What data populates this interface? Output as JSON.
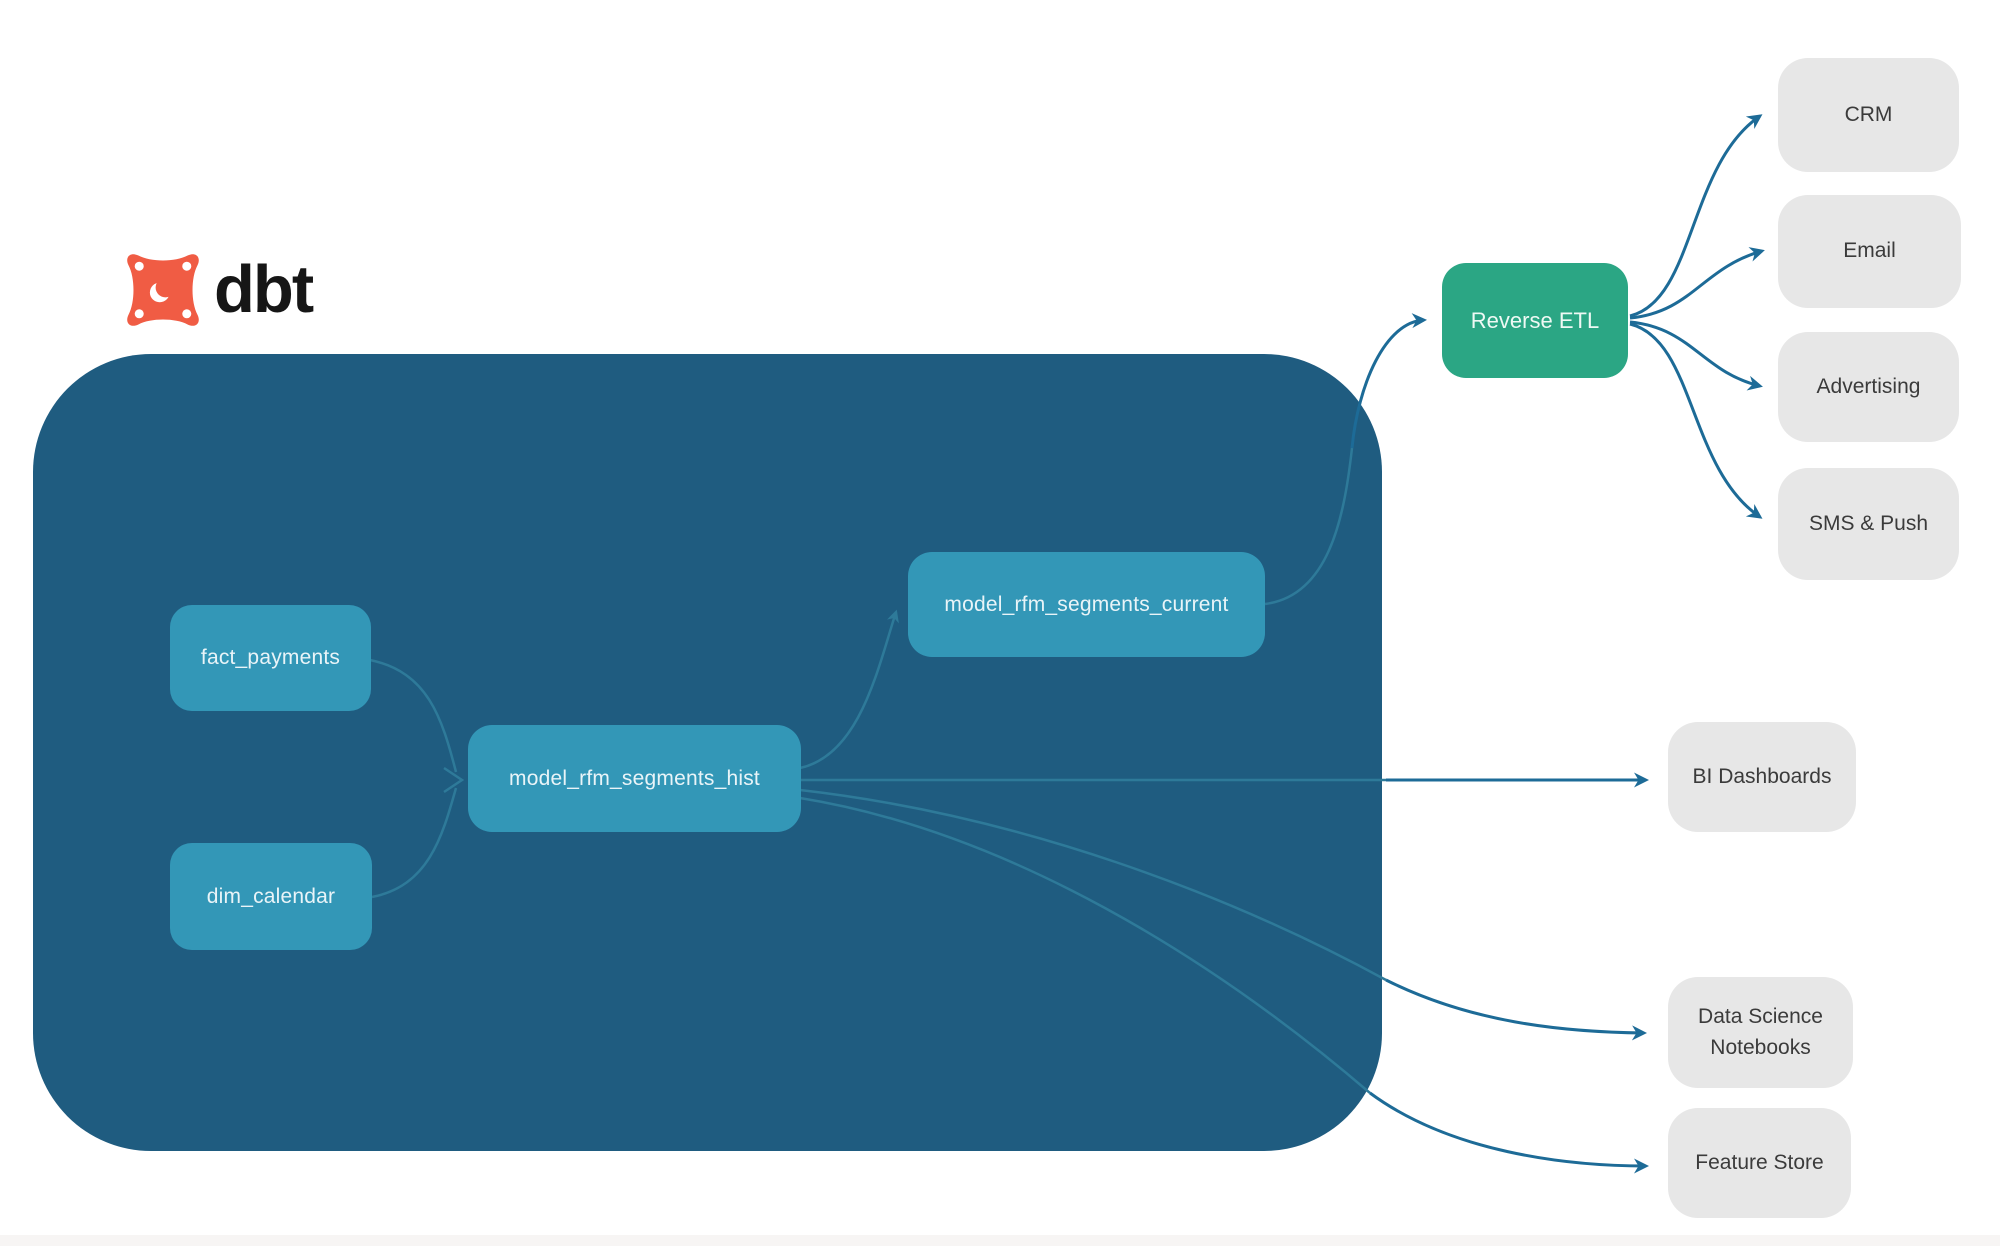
{
  "brand": {
    "name": "dbt",
    "logo_color": "#f05c44"
  },
  "colors": {
    "warehouse_bg": "#1f5c80",
    "model_node_bg": "#3397b7",
    "activation_node_bg": "#2ba684",
    "destination_node_bg": "#e7e7e7",
    "edge_inside_warehouse": "#2e7a99",
    "edge_outside_warehouse": "#1d6b97",
    "node_text_light": "#e9f4f8",
    "node_text_dark": "#3b3b3b"
  },
  "diagram": {
    "warehouse": {
      "sources": [
        {
          "label": "fact_payments"
        },
        {
          "label": "dim_calendar"
        }
      ],
      "models": [
        {
          "label": "model_rfm_segments_hist"
        },
        {
          "label": "model_rfm_segments_current"
        }
      ]
    },
    "activation": {
      "label": "Reverse ETL"
    },
    "channel_destinations": [
      {
        "label": "CRM"
      },
      {
        "label": "Email"
      },
      {
        "label": "Advertising"
      },
      {
        "label": "SMS & Push"
      }
    ],
    "analytics_destinations": [
      {
        "label": "BI Dashboards"
      },
      {
        "label": "Data Science Notebooks"
      },
      {
        "label": "Feature Store"
      }
    ]
  }
}
